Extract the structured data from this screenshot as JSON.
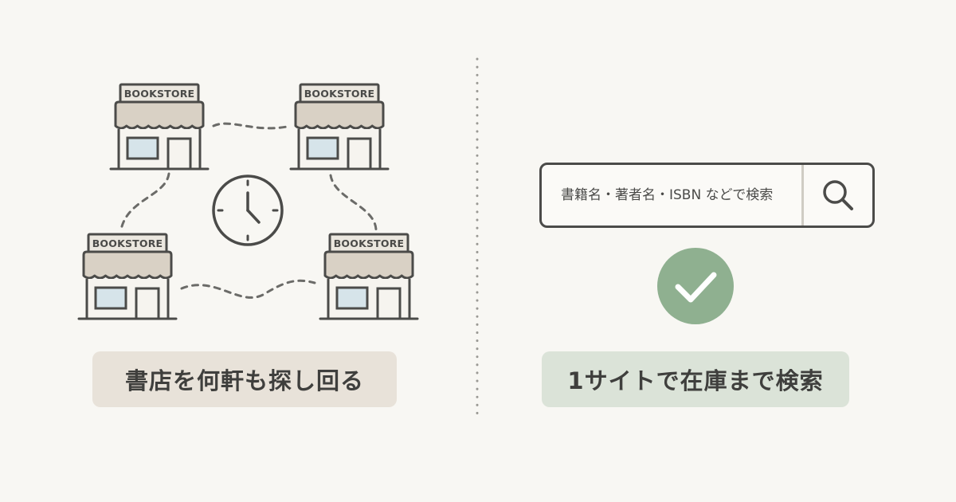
{
  "store_sign": "BOOKSTORE",
  "left_caption": "書店を何軒も探し回る",
  "right_caption": "1サイトで在庫まで検索",
  "search": {
    "placeholder": "書籍名・著者名・ISBN などで検索"
  },
  "icons": {
    "clock": "clock-icon",
    "search": "magnifier-icon",
    "check": "check-icon"
  },
  "colors": {
    "background": "#f8f7f3",
    "left_badge": "#e8e2d9",
    "right_badge": "#dbe3d8",
    "check_circle": "#8fb090",
    "awning": "#d9d1c5",
    "window": "#d6e4ea",
    "outline": "#4b4b49"
  }
}
